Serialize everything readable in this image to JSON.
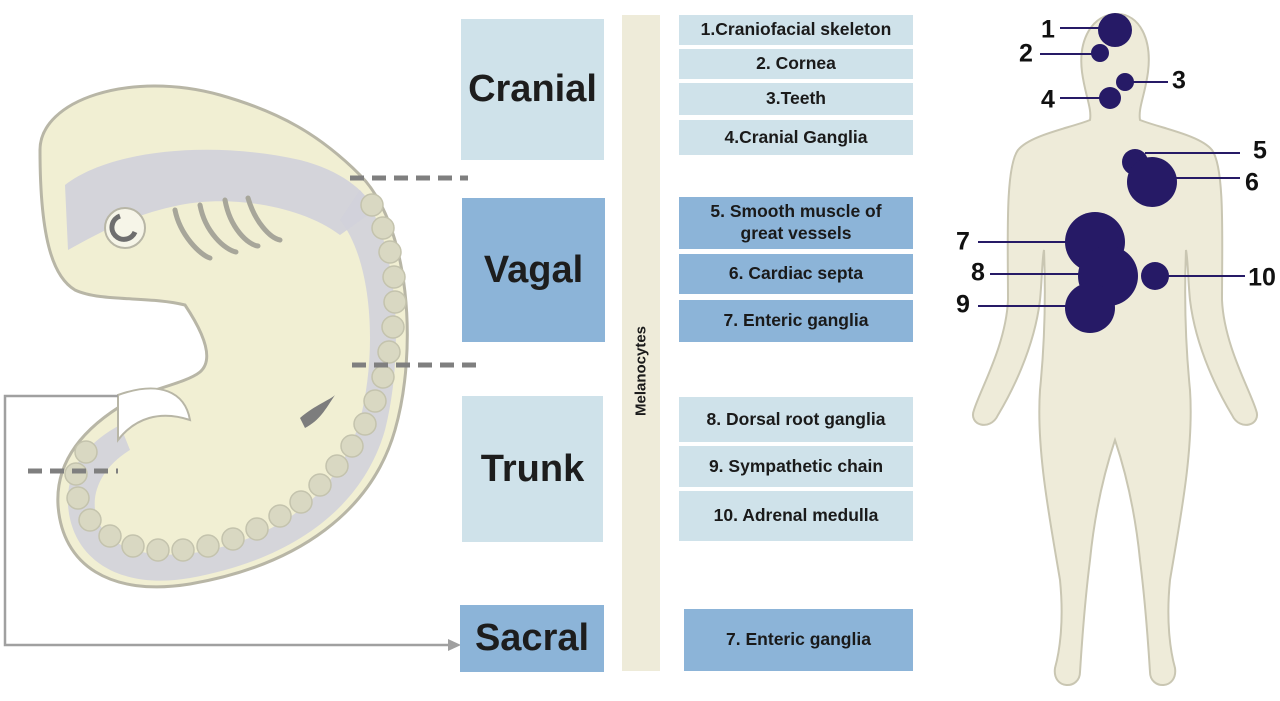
{
  "regions": {
    "cranial": "Cranial",
    "vagal": "Vagal",
    "trunk": "Trunk",
    "sacral": "Sacral"
  },
  "melanocytes_label": "Melanocytes",
  "derivatives": [
    "1.Craniofacial skeleton",
    "2. Cornea",
    "3.Teeth",
    "4.Cranial Ganglia",
    "5. Smooth muscle of great vessels",
    "6. Cardiac septa",
    "7. Enteric ganglia",
    "8. Dorsal root ganglia",
    "9. Sympathetic chain",
    "10. Adrenal medulla",
    "7. Enteric ganglia"
  ],
  "body_markers": [
    "1",
    "2",
    "3",
    "4",
    "5",
    "6",
    "7",
    "8",
    "9",
    "10"
  ],
  "colors": {
    "cranial_box": "#cfe2ea",
    "vagal_box": "#8cb4d8",
    "trunk_box": "#cfe2ea",
    "sacral_box": "#8cb4d8",
    "melanocyte_bar": "#eeebd9",
    "embryo_body": "#f1efd3",
    "embryo_outline": "#b8b6a6",
    "neural_crest": "#d2d2da",
    "marker": "#261a66",
    "body_fill": "#eeebd9"
  }
}
